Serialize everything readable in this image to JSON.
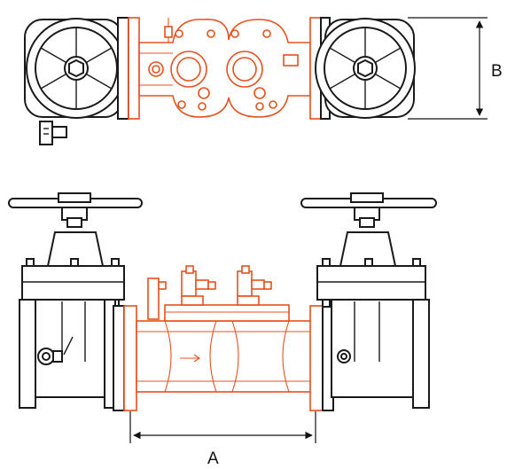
{
  "dimensions": {
    "a_label": "A",
    "b_label": "B"
  },
  "colors": {
    "outline": "#1a1a1a",
    "assembly_accent": "#e8501c",
    "background": "#ffffff"
  },
  "views": [
    "top-view",
    "side-view"
  ]
}
